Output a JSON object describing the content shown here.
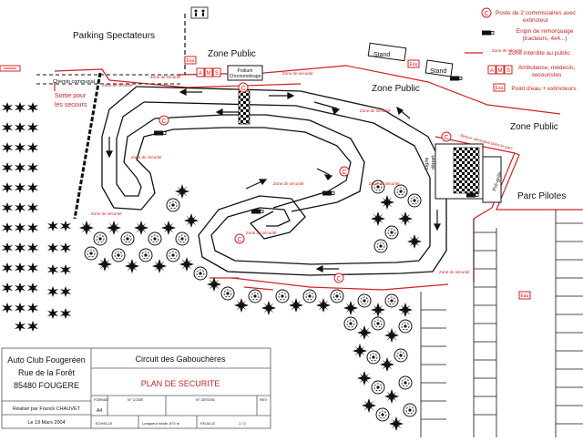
{
  "labels": {
    "parking_spectateurs": "Parking Spectateurs",
    "zone_public_1": "Zone Public",
    "zone_public_2": "Zone Public",
    "zone_public_3": "Zone Public",
    "parc_pilotes": "Parc Pilotes",
    "chemin_communal": "Chemin communal",
    "sortie_secours": [
      "Sortie pour",
      "les secours"
    ],
    "podium": [
      "Podium",
      "Chronométrage"
    ],
    "stand": "Stand",
    "ligne_depart": [
      "Ligne",
      "départ"
    ],
    "pre_grille": "Pré-grille",
    "retour_vehicules": "Retour véhicules dans le parc",
    "zone_de_securite": "Zone de sécurité"
  },
  "legend": {
    "commissaires": [
      "Poste de 2 commissaires avec",
      "extincteur"
    ],
    "engin": [
      "Engin de remorquage",
      "(tracteurs, 4x4...)"
    ],
    "zone_interdite": "Zone interdite au public",
    "ambulance": [
      "Ambulance, médecin,",
      "secouristes"
    ],
    "eau": "Point d'eau + extincteurs",
    "c_symbol": "C",
    "eau_symbol": "Eau",
    "ams_symbols": [
      "A",
      "M",
      "S"
    ]
  },
  "titleblock": {
    "club": [
      "Auto Club Fougeréen",
      "Rue de la Forêt",
      "85480 FOUGERE"
    ],
    "circuit": "Circuit des Gabouchères",
    "plan": "PLAN DE SECURITE",
    "author": "Réalisé par Franck CHAUVET",
    "date": "Le 19 Mars 2004",
    "format_label": "FORMAT",
    "format_value": "A4",
    "code_label": "N° CODE",
    "dessin_label": "N° DESSIN",
    "rev_label": "REV",
    "echelle_label": "ECHELLE",
    "longueur": "Longueur totale: 870 m",
    "feuille_label": "FEUILLE",
    "feuille_value": "1 / 2"
  },
  "colors": {
    "safety": "#d42020",
    "track": "#111111"
  }
}
